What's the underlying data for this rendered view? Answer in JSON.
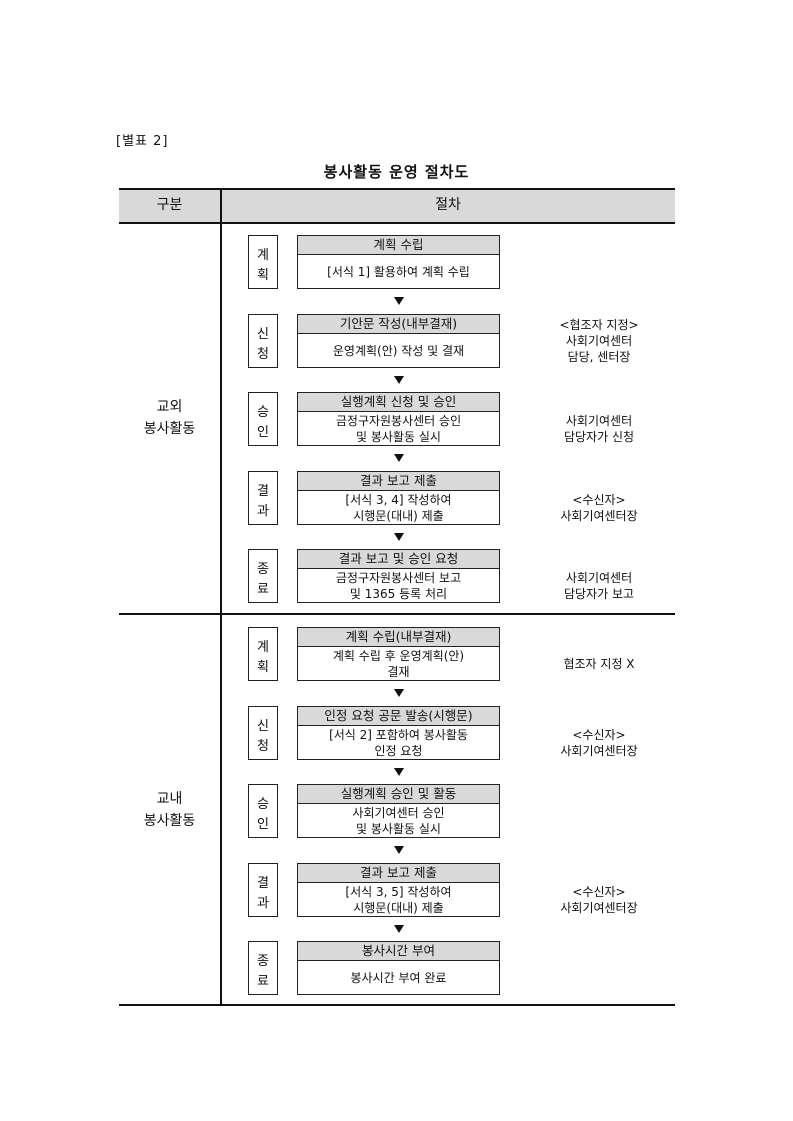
{
  "label": "[별표 2]",
  "title": "봉사활동 운영 절차도",
  "header": {
    "col1": "구분",
    "col2": "절차"
  },
  "sections": [
    {
      "category": [
        "교외",
        "봉사활동"
      ],
      "steps": [
        {
          "stage": [
            "계",
            "획"
          ],
          "title": "계획 수립",
          "body": [
            "[서식 1] 활용하여 계획 수립"
          ],
          "note": []
        },
        {
          "stage": [
            "신",
            "청"
          ],
          "title": "기안문 작성(내부결재)",
          "body": [
            "운영계획(안) 작성 및 결재"
          ],
          "note": [
            "<협조자 지정>",
            "사회기여센터",
            "담당, 센터장"
          ]
        },
        {
          "stage": [
            "승",
            "인"
          ],
          "title": "실행계획 신청 및 승인",
          "body": [
            "금정구자원봉사센터 승인",
            "및 봉사활동 실시"
          ],
          "note": [
            "사회기여센터",
            "담당자가 신청"
          ]
        },
        {
          "stage": [
            "결",
            "과"
          ],
          "title": "결과 보고 제출",
          "body": [
            "[서식 3, 4] 작성하여",
            "시행문(대내) 제출"
          ],
          "note": [
            "<수신자>",
            "사회기여센터장"
          ]
        },
        {
          "stage": [
            "종",
            "료"
          ],
          "title": "결과 보고 및 승인 요청",
          "body": [
            "금정구자원봉사센터 보고",
            "및 1365 등록 처리"
          ],
          "note": [
            "사회기여센터",
            "담당자가 보고"
          ]
        }
      ]
    },
    {
      "category": [
        "교내",
        "봉사활동"
      ],
      "steps": [
        {
          "stage": [
            "계",
            "획"
          ],
          "title": "계획 수립(내부결재)",
          "body": [
            "계획 수립 후 운영계획(안)",
            "결재"
          ],
          "note": [
            "협조자 지정 X"
          ]
        },
        {
          "stage": [
            "신",
            "청"
          ],
          "title": "인정 요청 공문 발송(시행문)",
          "body": [
            "[서식 2] 포함하여 봉사활동",
            "인정 요청"
          ],
          "note": [
            "<수신자>",
            "사회기여센터장"
          ]
        },
        {
          "stage": [
            "승",
            "인"
          ],
          "title": "실행계획 승인 및 활동",
          "body": [
            "사회기여센터 승인",
            "및 봉사활동 실시"
          ],
          "note": []
        },
        {
          "stage": [
            "결",
            "과"
          ],
          "title": "결과 보고 제출",
          "body": [
            "[서식 3, 5] 작성하여",
            "시행문(대내) 제출"
          ],
          "note": [
            "<수신자>",
            "사회기여센터장"
          ]
        },
        {
          "stage": [
            "종",
            "료"
          ],
          "title": "봉사시간 부여",
          "body": [
            "봉사시간 부여 완료"
          ],
          "note": []
        }
      ]
    }
  ]
}
